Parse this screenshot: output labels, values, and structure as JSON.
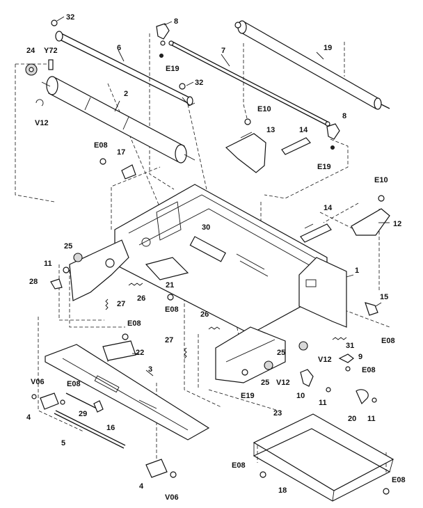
{
  "labels": [
    {
      "id": "p32a",
      "text": "32"
    },
    {
      "id": "p8a",
      "text": "8"
    },
    {
      "id": "p24",
      "text": "24"
    },
    {
      "id": "y72",
      "text": "Y72"
    },
    {
      "id": "p6",
      "text": "6"
    },
    {
      "id": "p7",
      "text": "7"
    },
    {
      "id": "p19",
      "text": "19"
    },
    {
      "id": "e19a",
      "text": "E19"
    },
    {
      "id": "p32b",
      "text": "32"
    },
    {
      "id": "p2",
      "text": "2"
    },
    {
      "id": "v12a",
      "text": "V12"
    },
    {
      "id": "e10a",
      "text": "E10"
    },
    {
      "id": "p13",
      "text": "13"
    },
    {
      "id": "p14a",
      "text": "14"
    },
    {
      "id": "p8b",
      "text": "8"
    },
    {
      "id": "e08a",
      "text": "E08"
    },
    {
      "id": "p17",
      "text": "17"
    },
    {
      "id": "e19b",
      "text": "E19"
    },
    {
      "id": "e10b",
      "text": "E10"
    },
    {
      "id": "p14b",
      "text": "14"
    },
    {
      "id": "p12",
      "text": "12"
    },
    {
      "id": "p30",
      "text": "30"
    },
    {
      "id": "p25a",
      "text": "25"
    },
    {
      "id": "p1",
      "text": "1"
    },
    {
      "id": "p11a",
      "text": "11"
    },
    {
      "id": "p28",
      "text": "28"
    },
    {
      "id": "p21",
      "text": "21"
    },
    {
      "id": "p26a",
      "text": "26"
    },
    {
      "id": "p27a",
      "text": "27"
    },
    {
      "id": "e08b",
      "text": "E08"
    },
    {
      "id": "p15",
      "text": "15"
    },
    {
      "id": "e08c",
      "text": "E08"
    },
    {
      "id": "p26b",
      "text": "26"
    },
    {
      "id": "e08d",
      "text": "E08"
    },
    {
      "id": "p27b",
      "text": "27"
    },
    {
      "id": "p31",
      "text": "31"
    },
    {
      "id": "p22",
      "text": "22"
    },
    {
      "id": "p25b",
      "text": "25"
    },
    {
      "id": "v12b",
      "text": "V12"
    },
    {
      "id": "p9",
      "text": "9"
    },
    {
      "id": "e08e",
      "text": "E08"
    },
    {
      "id": "p3",
      "text": "3"
    },
    {
      "id": "e19c",
      "text": "E19"
    },
    {
      "id": "p25c",
      "text": "25"
    },
    {
      "id": "v12c",
      "text": "V12"
    },
    {
      "id": "p10",
      "text": "10"
    },
    {
      "id": "p11b",
      "text": "11"
    },
    {
      "id": "v06a",
      "text": "V06"
    },
    {
      "id": "e08f",
      "text": "E08"
    },
    {
      "id": "p4a",
      "text": "4"
    },
    {
      "id": "p29",
      "text": "29"
    },
    {
      "id": "p16",
      "text": "16"
    },
    {
      "id": "p20",
      "text": "20"
    },
    {
      "id": "p11c",
      "text": "11"
    },
    {
      "id": "p23",
      "text": "23"
    },
    {
      "id": "p5",
      "text": "5"
    },
    {
      "id": "p4b",
      "text": "4"
    },
    {
      "id": "v06b",
      "text": "V06"
    },
    {
      "id": "e08g",
      "text": "E08"
    },
    {
      "id": "e08h",
      "text": "E08"
    },
    {
      "id": "p18",
      "text": "18"
    }
  ]
}
